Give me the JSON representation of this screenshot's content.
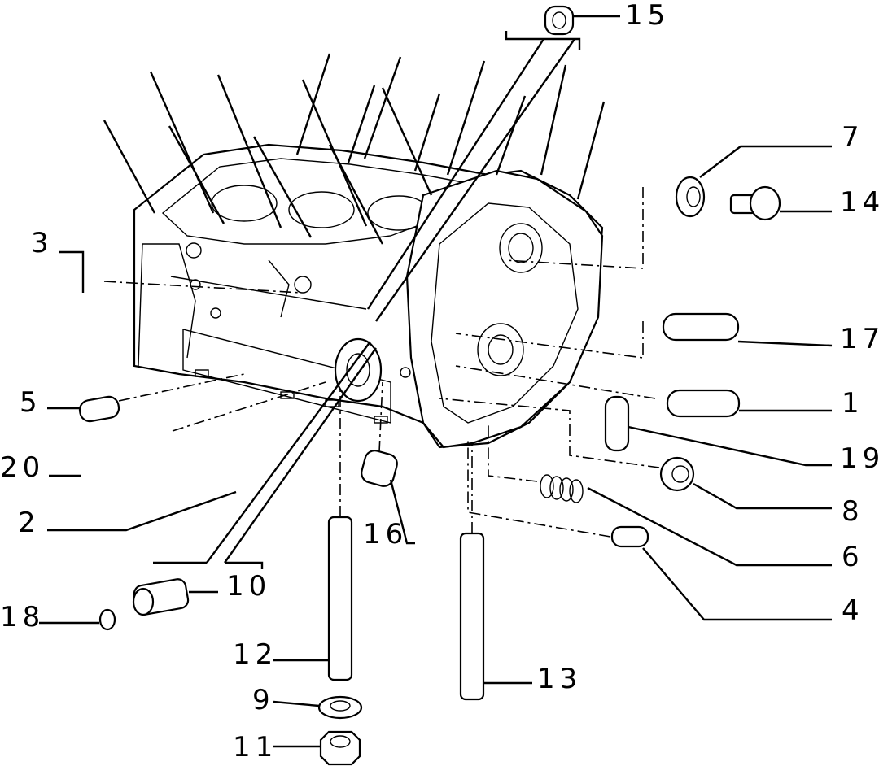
{
  "callouts": [
    {
      "id": "1",
      "text": "1"
    },
    {
      "id": "2",
      "text": "2"
    },
    {
      "id": "3",
      "text": "3"
    },
    {
      "id": "4",
      "text": "4"
    },
    {
      "id": "5",
      "text": "5"
    },
    {
      "id": "6",
      "text": "6"
    },
    {
      "id": "7",
      "text": "7"
    },
    {
      "id": "8",
      "text": "8"
    },
    {
      "id": "9",
      "text": "9"
    },
    {
      "id": "10",
      "text": "10"
    },
    {
      "id": "11",
      "text": "11"
    },
    {
      "id": "12",
      "text": "12"
    },
    {
      "id": "13",
      "text": "13"
    },
    {
      "id": "14",
      "text": "14"
    },
    {
      "id": "15",
      "text": "15"
    },
    {
      "id": "16",
      "text": "16"
    },
    {
      "id": "17",
      "text": "17"
    },
    {
      "id": "18",
      "text": "18"
    },
    {
      "id": "19",
      "text": "19"
    },
    {
      "id": "20",
      "text": "20"
    }
  ]
}
